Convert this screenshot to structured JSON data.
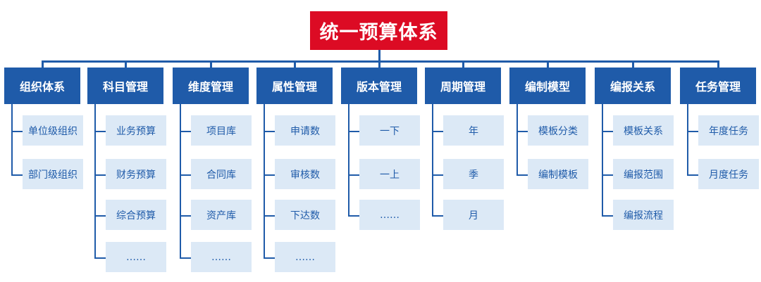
{
  "title": "统一预算体系",
  "colors": {
    "title_bg": "#dc0b24",
    "header_bg": "#1f5ba9",
    "item_bg": "#dce9f6",
    "line": "#1f5ba9"
  },
  "columns": [
    {
      "name": "组织体系",
      "items": [
        "单位级组织",
        "部门级组织"
      ]
    },
    {
      "name": "科目管理",
      "items": [
        "业务预算",
        "财务预算",
        "综合预算",
        "……"
      ]
    },
    {
      "name": "维度管理",
      "items": [
        "项目库",
        "合同库",
        "资产库",
        "……"
      ]
    },
    {
      "name": "属性管理",
      "items": [
        "申请数",
        "审核数",
        "下达数",
        "……"
      ]
    },
    {
      "name": "版本管理",
      "items": [
        "一下",
        "一上",
        "……"
      ]
    },
    {
      "name": "周期管理",
      "items": [
        "年",
        "季",
        "月"
      ]
    },
    {
      "name": "编制模型",
      "items": [
        "模板分类",
        "编制模板"
      ]
    },
    {
      "name": "编报关系",
      "items": [
        "模板关系",
        "编报范围",
        "编报流程"
      ]
    },
    {
      "name": "任务管理",
      "items": [
        "年度任务",
        "月度任务"
      ]
    }
  ]
}
